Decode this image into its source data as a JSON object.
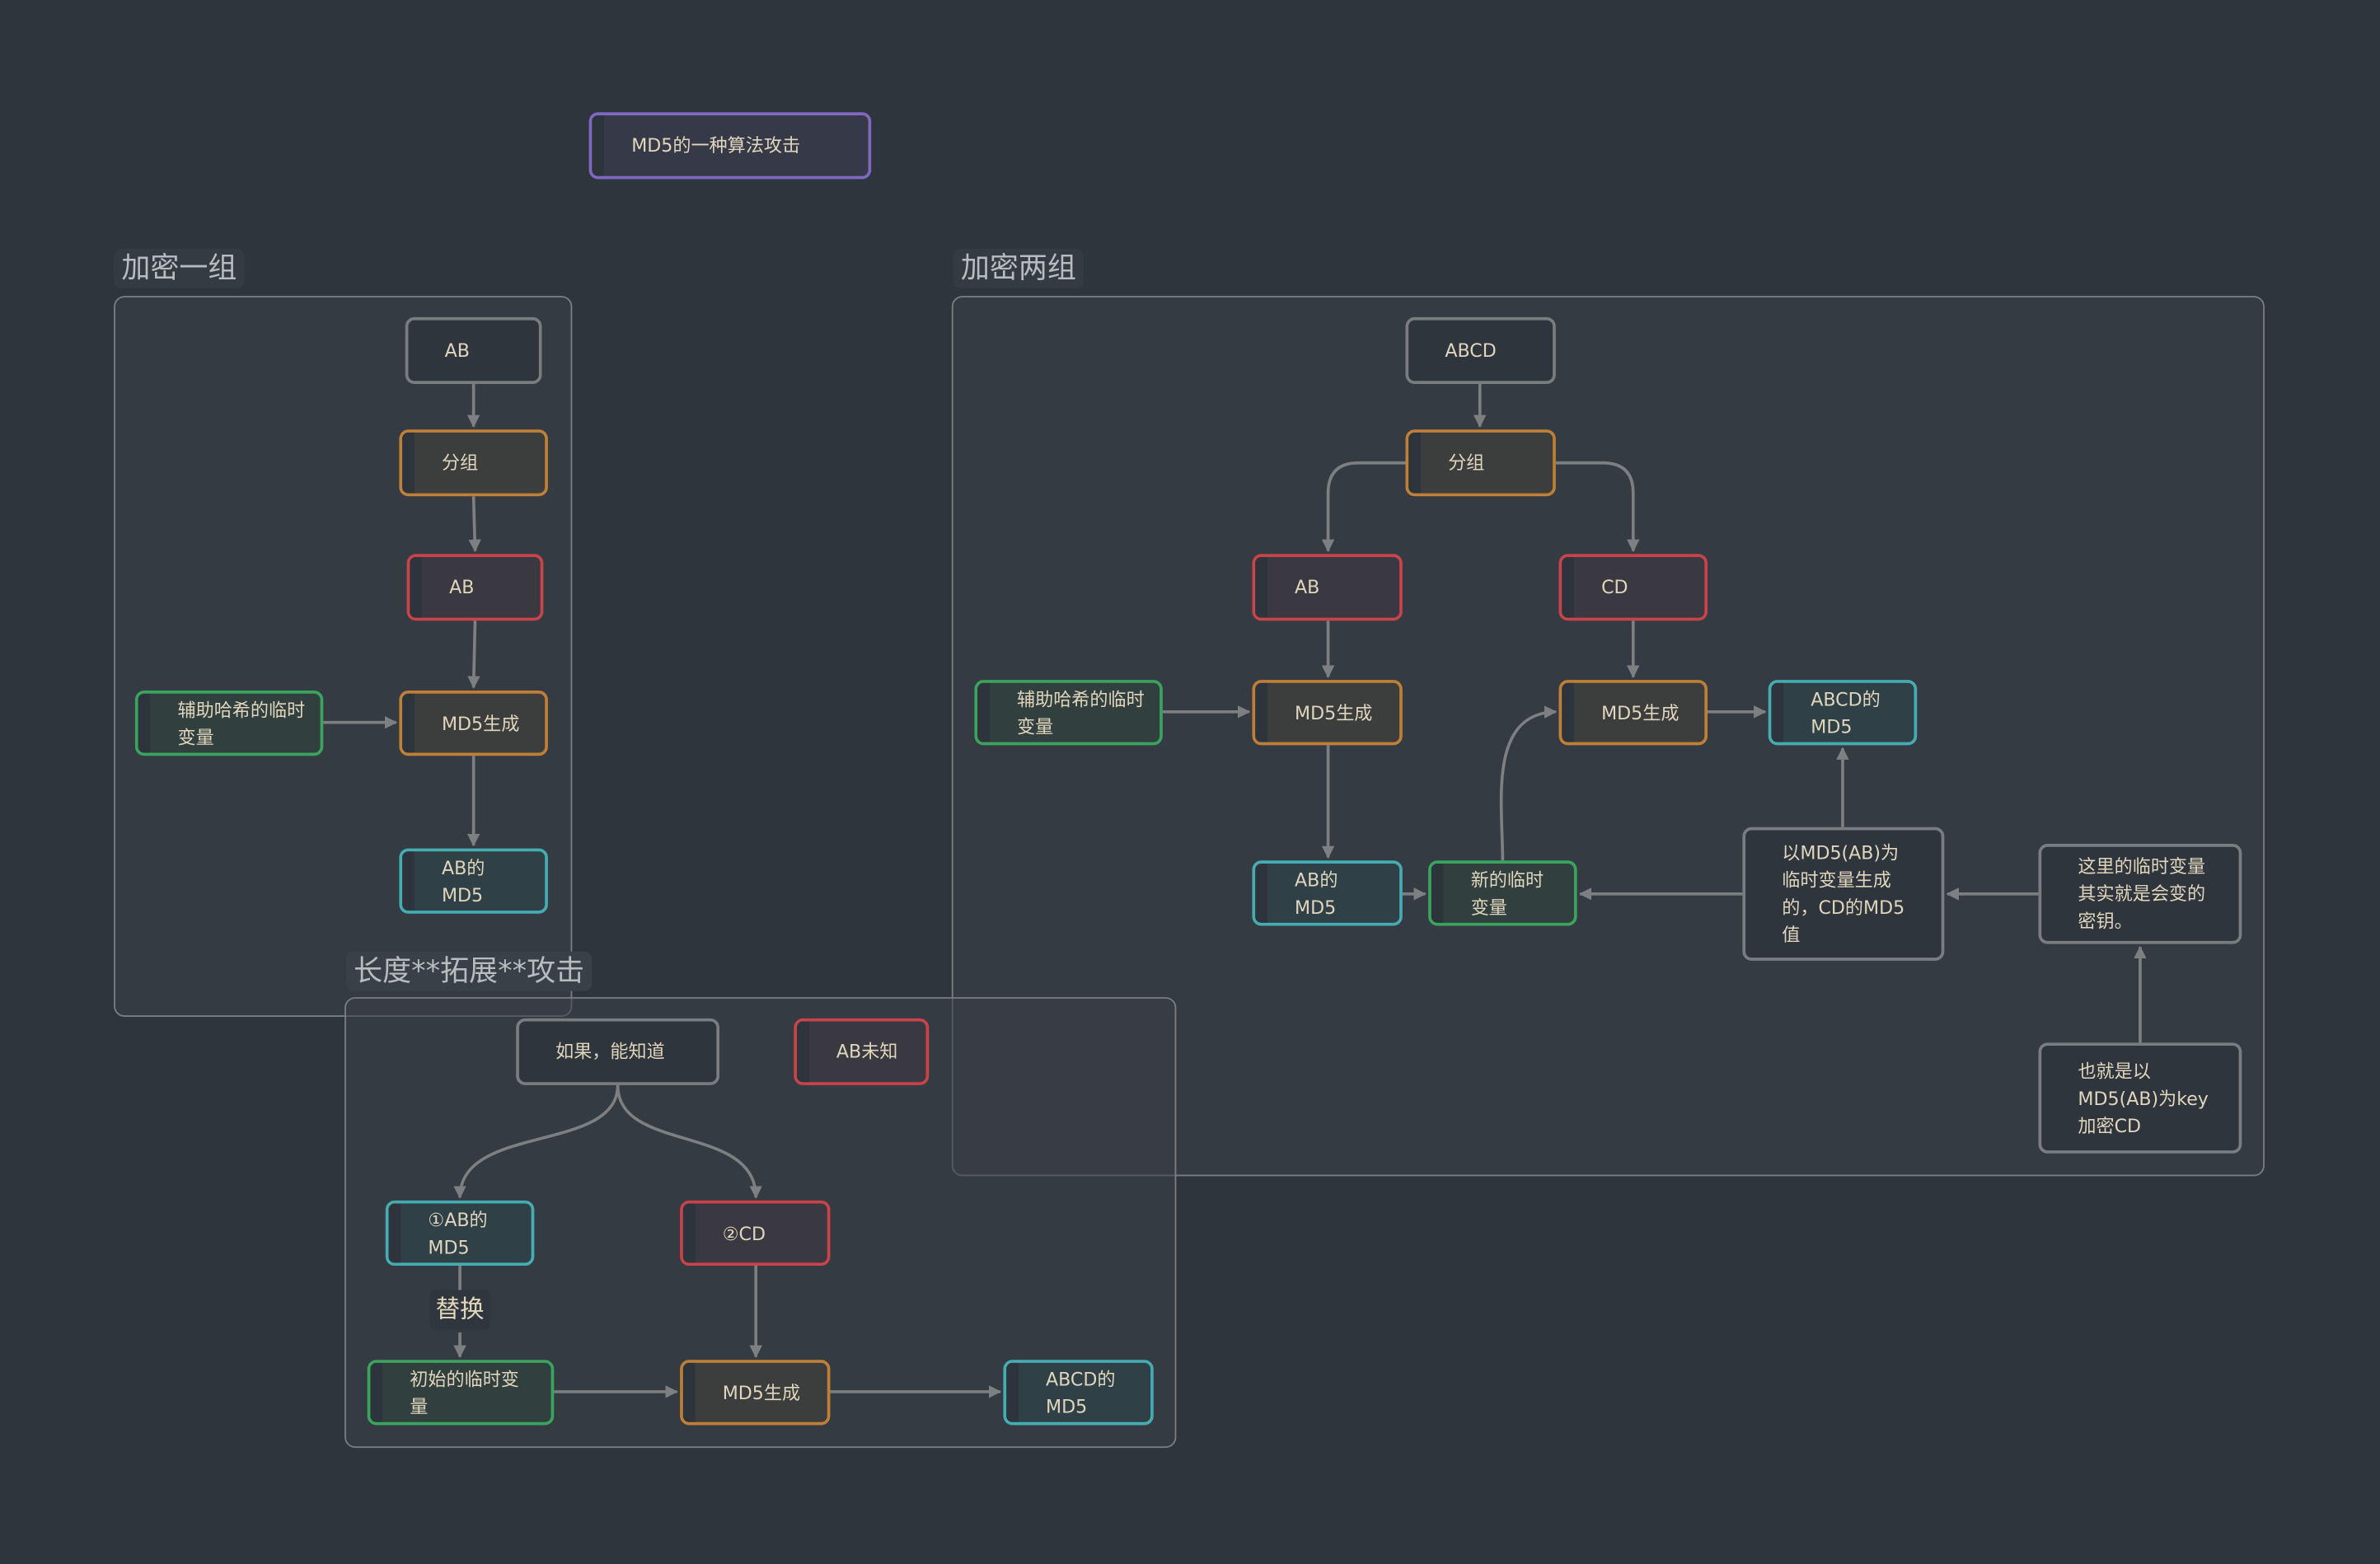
{
  "diagram": {
    "title": "MD5的一种算法攻击",
    "colors": {
      "background": "#2f353c",
      "group_fill": "#353b42",
      "edge": "#7d7f81",
      "text": "#e1d6bd",
      "title_border": "#8068c2",
      "orange": "#bf7f37",
      "red": "#c9434a",
      "green": "#3aa35d",
      "cyan": "#45adb2",
      "neutral": "#7a7d80"
    },
    "groups": [
      {
        "id": "g1",
        "label": "加密一组",
        "nodes": [
          {
            "id": "g1_ab_in",
            "text": "AB",
            "style": "plain"
          },
          {
            "id": "g1_split",
            "text": "分组",
            "style": "orange"
          },
          {
            "id": "g1_ab",
            "text": "AB",
            "style": "red"
          },
          {
            "id": "g1_aux",
            "text": "辅助哈希的临时变量",
            "style": "green"
          },
          {
            "id": "g1_md5gen",
            "text": "MD5生成",
            "style": "orange"
          },
          {
            "id": "g1_ab_md5",
            "text": "AB的MD5",
            "style": "cyan"
          }
        ],
        "edges": [
          {
            "from": "g1_ab_in",
            "to": "g1_split"
          },
          {
            "from": "g1_split",
            "to": "g1_ab"
          },
          {
            "from": "g1_ab",
            "to": "g1_md5gen"
          },
          {
            "from": "g1_aux",
            "to": "g1_md5gen"
          },
          {
            "from": "g1_md5gen",
            "to": "g1_ab_md5"
          }
        ]
      },
      {
        "id": "g2",
        "label": "加密两组",
        "nodes": [
          {
            "id": "g2_abcd",
            "text": "ABCD",
            "style": "plain"
          },
          {
            "id": "g2_split",
            "text": "分组",
            "style": "orange"
          },
          {
            "id": "g2_ab",
            "text": "AB",
            "style": "red"
          },
          {
            "id": "g2_cd",
            "text": "CD",
            "style": "red"
          },
          {
            "id": "g2_aux",
            "text": "辅助哈希的临时变量",
            "style": "green"
          },
          {
            "id": "g2_md5gen1",
            "text": "MD5生成",
            "style": "orange"
          },
          {
            "id": "g2_md5gen2",
            "text": "MD5生成",
            "style": "orange"
          },
          {
            "id": "g2_abcd_md5",
            "text": "ABCD的MD5",
            "style": "cyan"
          },
          {
            "id": "g2_ab_md5",
            "text": "AB的MD5",
            "style": "cyan"
          },
          {
            "id": "g2_newtmp",
            "text": "新的临时变量",
            "style": "green"
          },
          {
            "id": "g2_note1",
            "text": "以MD5(AB)为临时变量生成的，CD的MD5值",
            "style": "plain"
          },
          {
            "id": "g2_note2",
            "text": "这里的临时变量其实就是会变的密钥。",
            "style": "plain"
          },
          {
            "id": "g2_note3",
            "text": "也就是以MD5(AB)为key加密CD",
            "style": "plain"
          }
        ],
        "edges": [
          {
            "from": "g2_abcd",
            "to": "g2_split"
          },
          {
            "from": "g2_split",
            "to": "g2_ab"
          },
          {
            "from": "g2_split",
            "to": "g2_cd"
          },
          {
            "from": "g2_ab",
            "to": "g2_md5gen1"
          },
          {
            "from": "g2_aux",
            "to": "g2_md5gen1"
          },
          {
            "from": "g2_cd",
            "to": "g2_md5gen2"
          },
          {
            "from": "g2_md5gen2",
            "to": "g2_abcd_md5"
          },
          {
            "from": "g2_md5gen1",
            "to": "g2_ab_md5"
          },
          {
            "from": "g2_ab_md5",
            "to": "g2_newtmp"
          },
          {
            "from": "g2_newtmp",
            "to": "g2_md5gen2"
          },
          {
            "from": "g2_note1",
            "to": "g2_newtmp"
          },
          {
            "from": "g2_note1",
            "to": "g2_abcd_md5"
          },
          {
            "from": "g2_note2",
            "to": "g2_note1"
          },
          {
            "from": "g2_note3",
            "to": "g2_note2"
          }
        ]
      },
      {
        "id": "g3",
        "label": "长度**拓展**攻击",
        "nodes": [
          {
            "id": "g3_if",
            "text": "如果，能知道",
            "style": "plain"
          },
          {
            "id": "g3_ab_unknown",
            "text": "AB未知",
            "style": "red"
          },
          {
            "id": "g3_ab_md5",
            "text": "①AB的MD5",
            "style": "cyan"
          },
          {
            "id": "g3_cd",
            "text": "②CD",
            "style": "red"
          },
          {
            "id": "g3_init",
            "text": "初始的临时变量",
            "style": "green"
          },
          {
            "id": "g3_md5gen",
            "text": "MD5生成",
            "style": "orange"
          },
          {
            "id": "g3_abcd_md5",
            "text": "ABCD的MD5",
            "style": "cyan"
          }
        ],
        "edges": [
          {
            "from": "g3_if",
            "to": "g3_ab_md5"
          },
          {
            "from": "g3_if",
            "to": "g3_cd"
          },
          {
            "from": "g3_ab_md5",
            "to": "g3_init",
            "label": "替换"
          },
          {
            "from": "g3_cd",
            "to": "g3_md5gen"
          },
          {
            "from": "g3_init",
            "to": "g3_md5gen"
          },
          {
            "from": "g3_md5gen",
            "to": "g3_abcd_md5"
          }
        ]
      }
    ]
  }
}
